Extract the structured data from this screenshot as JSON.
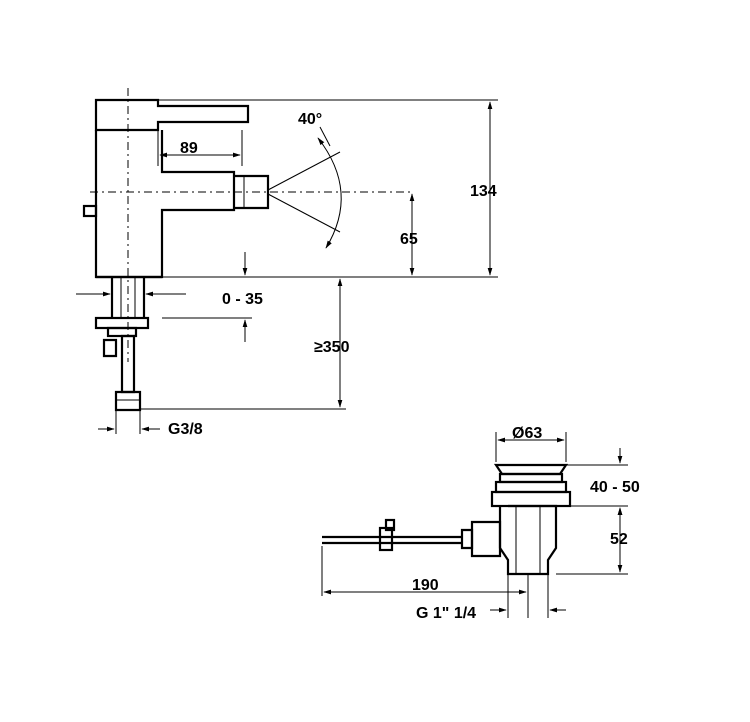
{
  "labels": {
    "angle": "40°",
    "lever_reach": "89",
    "total_height": "134",
    "spout_height": "65",
    "deck_thickness": "0 - 35",
    "min_clearance": "≥350",
    "inlet_thread": "G3/8",
    "waste_diameter": "Ø63",
    "waste_adjust": "40 - 50",
    "waste_height": "52",
    "rod_length": "190",
    "waste_thread": "G 1\" 1/4"
  }
}
